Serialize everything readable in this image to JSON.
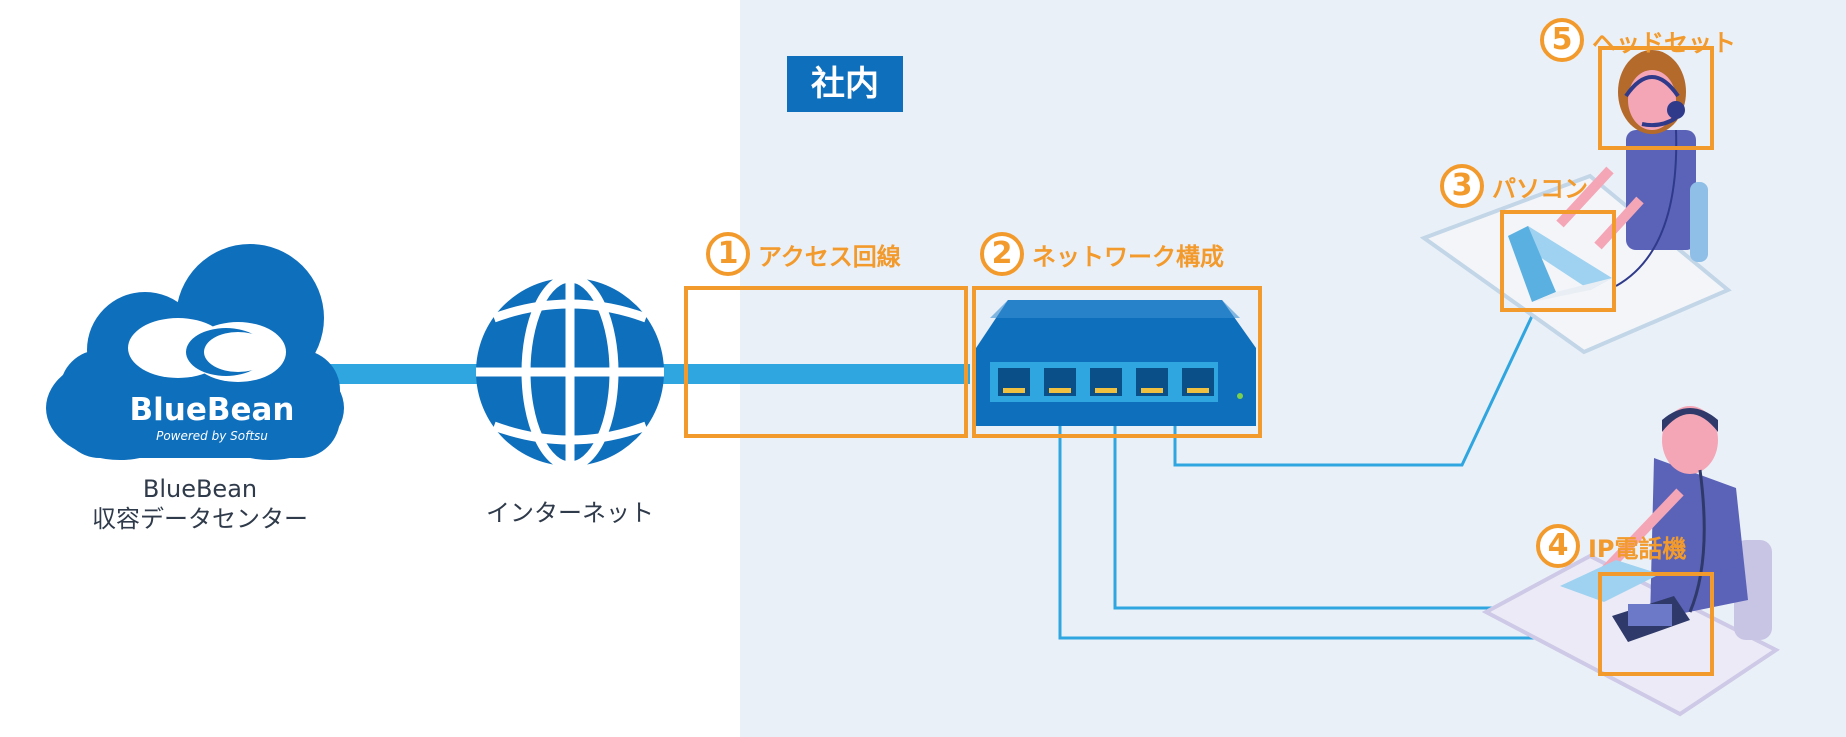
{
  "zone": {
    "title": "社内"
  },
  "nodes": {
    "cloud": {
      "brand": "BlueBean",
      "tagline": "Powered by Softsu",
      "caption_line1": "BlueBean",
      "caption_line2": "収容データセンター"
    },
    "internet": {
      "caption": "インターネット"
    }
  },
  "steps": [
    {
      "number": "1",
      "label": "アクセス回線"
    },
    {
      "number": "2",
      "label": "ネットワーク構成"
    },
    {
      "number": "3",
      "label": "パソコン"
    },
    {
      "number": "4",
      "label": "IP電話機"
    },
    {
      "number": "5",
      "label": "ヘッドセット"
    }
  ],
  "colors": {
    "brand_blue": "#0e6fbd",
    "link_blue": "#2fa6e0",
    "highlight_orange": "#f39a2c",
    "office_bg": "#eaf0f8",
    "caption_text": "#2f3a4a"
  },
  "icons": [
    "cloud-icon",
    "globe-icon",
    "switch-icon",
    "operator-woman-icon",
    "laptop-icon",
    "headset-icon",
    "operator-man-icon",
    "ip-phone-icon"
  ]
}
